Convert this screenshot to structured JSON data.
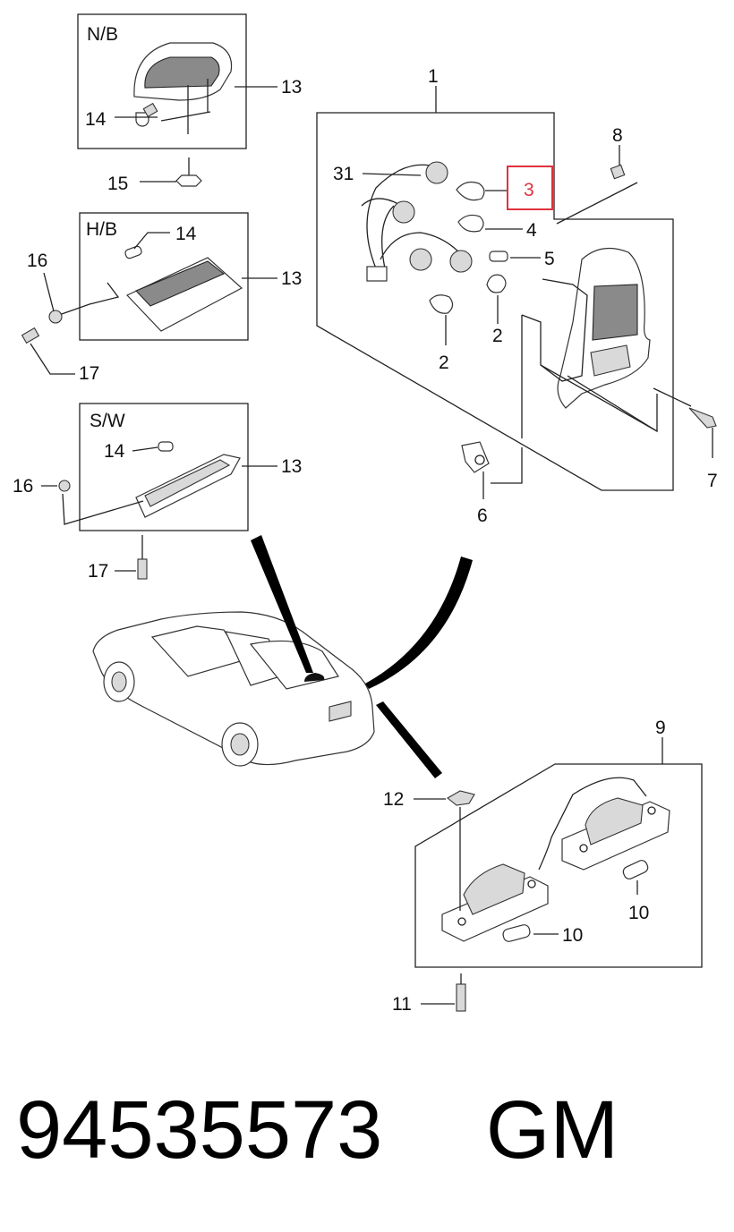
{
  "boxes": {
    "nb": "N/B",
    "hb": "H/B",
    "sw": "S/W"
  },
  "callouts": {
    "c1": "1",
    "c2a": "2",
    "c2b": "2",
    "c3": "3",
    "c4": "4",
    "c5": "5",
    "c6": "6",
    "c7": "7",
    "c8": "8",
    "c9": "9",
    "c10a": "10",
    "c10b": "10",
    "c11": "11",
    "c12": "12",
    "c13a": "13",
    "c13b": "13",
    "c13c": "13",
    "c14a": "14",
    "c14b": "14",
    "c14c": "14",
    "c15": "15",
    "c16a": "16",
    "c16b": "16",
    "c17a": "17",
    "c17b": "17",
    "c31": "31"
  },
  "highlight_color": "#e0323c",
  "footer": {
    "part_number": "94535573",
    "brand": "GM"
  }
}
